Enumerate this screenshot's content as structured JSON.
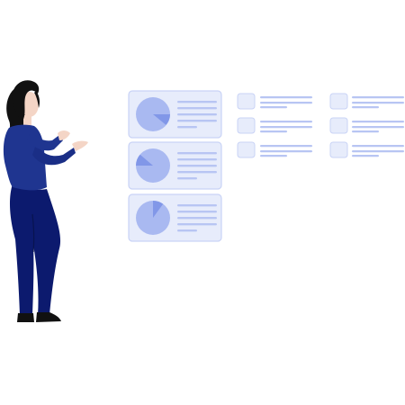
{
  "illustration": {
    "subject": "woman-presenting-dashboard",
    "colors": {
      "card_fill": "#e7ecfb",
      "card_stroke": "#c9d3f6",
      "pie_fill": "#a9b9f1",
      "pie_slice": "#8197e8",
      "line_fill": "#b8c5f3",
      "suit": "#1f3590",
      "pants": "#0c1a6e",
      "hair": "#111111",
      "skin": "#f4d5c6"
    },
    "cards": [
      {
        "pie_percent": 0.18
      },
      {
        "pie_percent": 0.12
      },
      {
        "pie_percent": 0.1
      }
    ],
    "checkbox_columns": 2,
    "checkbox_rows": 3
  }
}
